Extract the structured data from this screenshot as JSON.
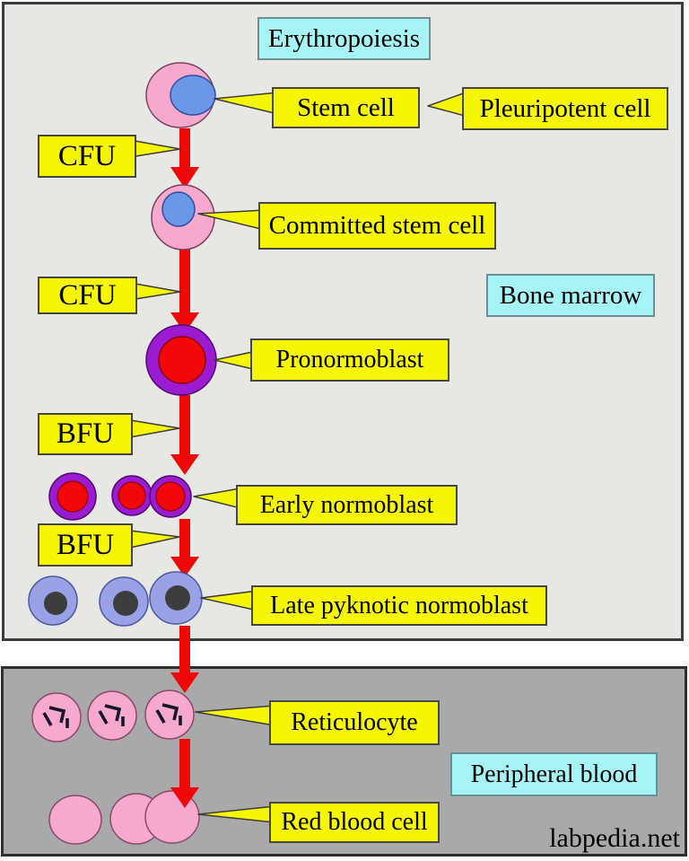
{
  "title": "Erythropoiesis",
  "watermark": "labpedia.net",
  "sections": {
    "bone_marrow": {
      "label": "Bone marrow"
    },
    "peripheral_blood": {
      "label": "Peripheral blood"
    }
  },
  "callouts": {
    "stem_cell": "Stem cell",
    "pleuripotent": "Pleuripotent cell",
    "cfu_1": "CFU",
    "committed_stem_cell": "Committed stem cell",
    "cfu_2": "CFU",
    "pronormoblast": "Pronormoblast",
    "bfu_1": "BFU",
    "early_normoblast": "Early normoblast",
    "bfu_2": "BFU",
    "late_pyknotic_normoblast": "Late pyknotic normoblast",
    "reticulocyte": "Reticulocyte",
    "red_blood_cell": "Red blood cell"
  },
  "flow_order": [
    "stem_cell",
    "cfu_1",
    "committed_stem_cell",
    "cfu_2",
    "pronormoblast",
    "bfu_1",
    "early_normoblast",
    "bfu_2",
    "late_pyknotic_normoblast",
    "reticulocyte",
    "red_blood_cell"
  ],
  "cells": [
    {
      "name": "stem-cell",
      "count": 1
    },
    {
      "name": "committed-stem-cell",
      "count": 1
    },
    {
      "name": "pronormoblast",
      "count": 1
    },
    {
      "name": "early-normoblast",
      "count": 3
    },
    {
      "name": "late-pyknotic-normoblast",
      "count": 3
    },
    {
      "name": "reticulocyte",
      "count": 3
    },
    {
      "name": "red-blood-cell",
      "count": 3
    }
  ],
  "colors": {
    "bone_marrow_background": "#e7e7e4",
    "peripheral_blood_background": "#a9a9a9",
    "callout_fill": "#f6f603",
    "section_label_fill": "#a6f4f6",
    "arrow_red": "#ee0808",
    "cell_pink": "#f7a9cd",
    "nucleus_blue": "#6b97e8",
    "cell_purple": "#9a1bd0",
    "nucleus_red": "#f20808",
    "cell_periwinkle": "#9aa2e6",
    "nucleus_dark": "#3d3d3d"
  }
}
